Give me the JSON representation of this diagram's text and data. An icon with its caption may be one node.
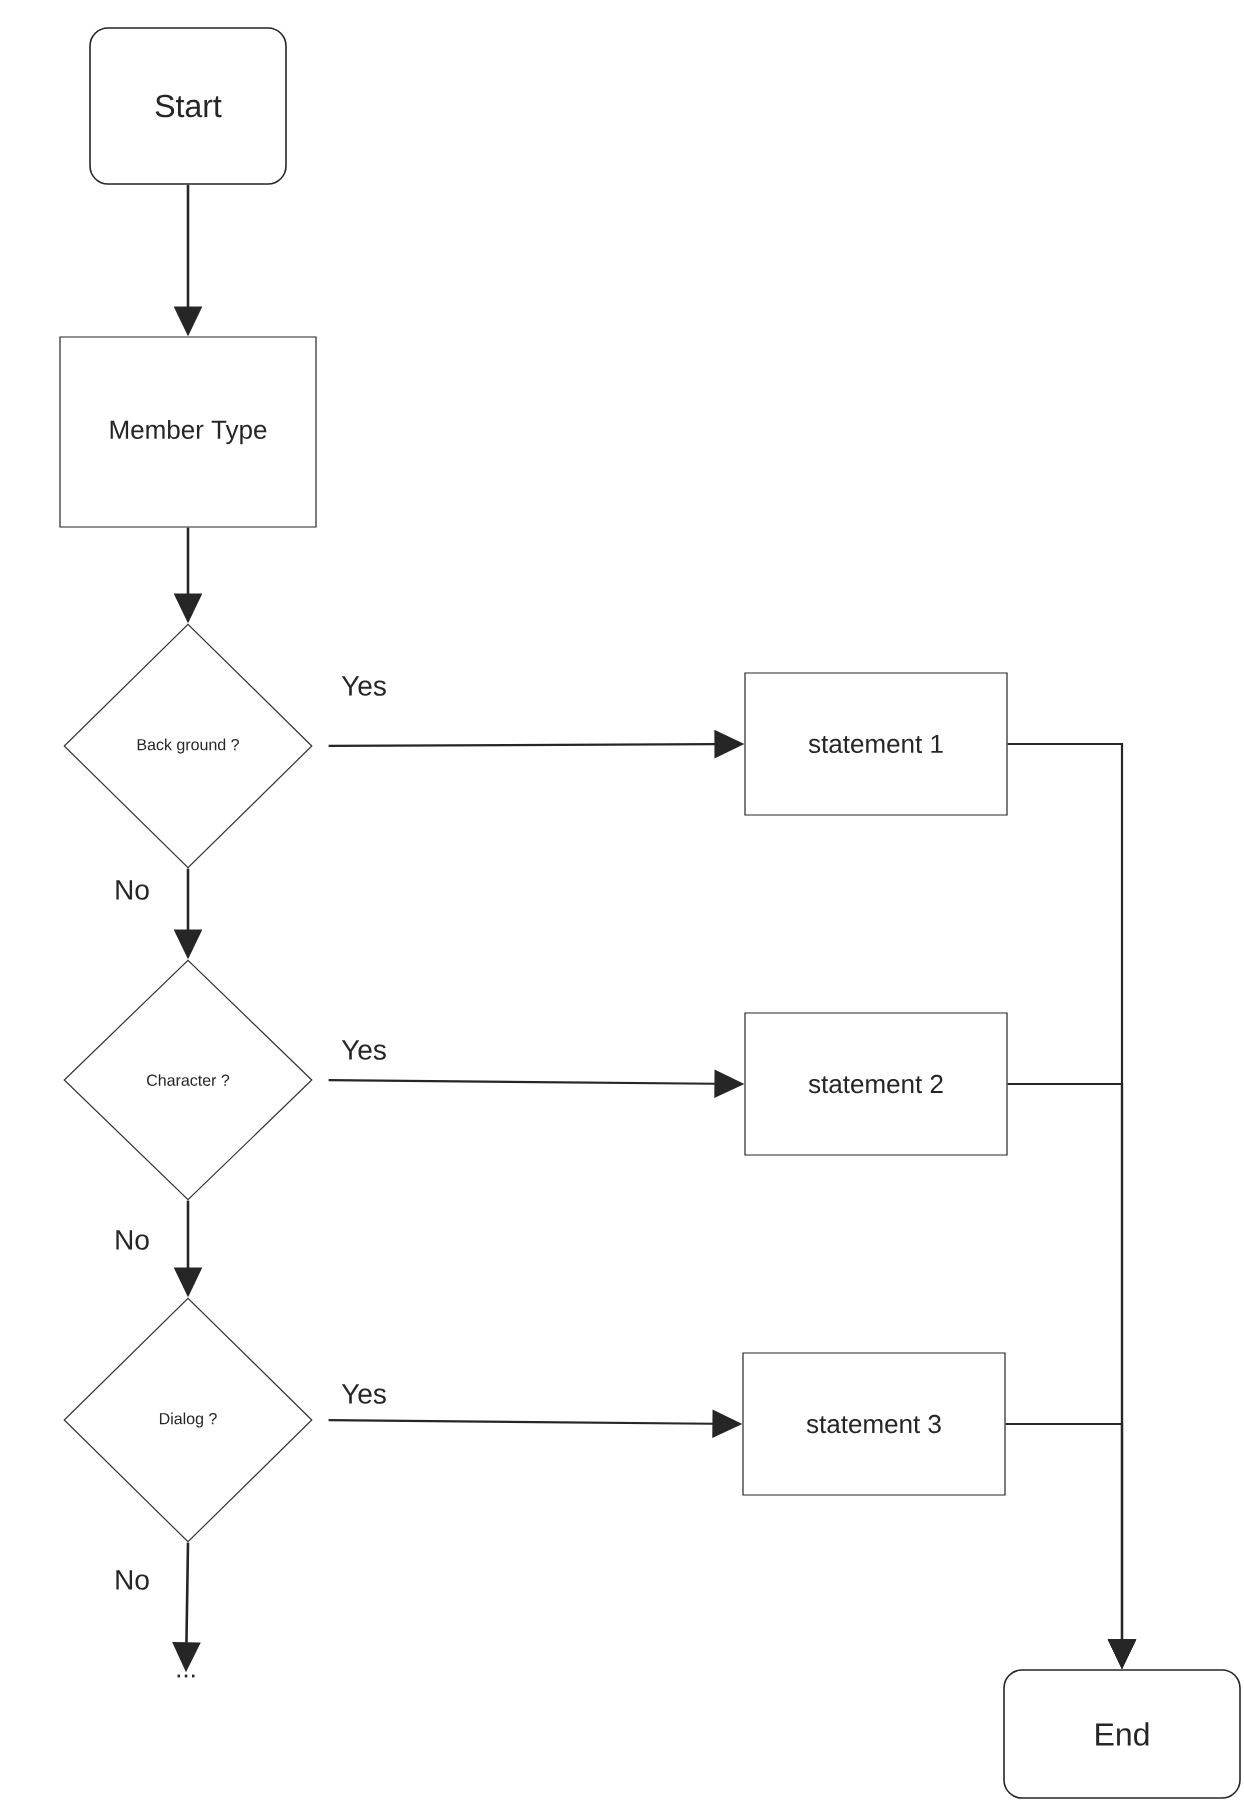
{
  "diagram": {
    "nodes": [
      {
        "text": [
          "Start"
        ]
      },
      {
        "text": [
          "Member Type"
        ]
      },
      {
        "text": [
          "Back ground ?"
        ]
      },
      {
        "text": [
          "statement 1"
        ]
      },
      {
        "text": [
          "Character ?"
        ]
      },
      {
        "text": [
          "statement 2"
        ]
      },
      {
        "text": [
          "Dialog ?"
        ]
      },
      {
        "text": [
          "statement 3"
        ]
      },
      {
        "text": [
          "..."
        ]
      },
      {
        "text": [
          "End"
        ]
      }
    ],
    "edges": [
      {
        "from": 0,
        "to": 1,
        "arrow": "to"
      },
      {
        "from": 1,
        "to": 2,
        "arrow": "to"
      },
      {
        "from": 2,
        "to": 3,
        "arrow": "to",
        "label": "Yes"
      },
      {
        "from": 2,
        "to": 4,
        "arrow": "to",
        "label": "No"
      },
      {
        "from": 4,
        "to": 5,
        "arrow": "to",
        "label": "Yes"
      },
      {
        "from": 4,
        "to": 6,
        "arrow": "to",
        "label": "No"
      },
      {
        "from": 6,
        "to": 7,
        "arrow": "to",
        "label": "Yes"
      },
      {
        "from": 6,
        "to": 8,
        "arrow": "to",
        "label": "No"
      },
      {
        "from": 3,
        "to": 9,
        "arrow": "to"
      },
      {
        "from": 5,
        "to": 9,
        "arrow": "to"
      },
      {
        "from": 7,
        "to": 9,
        "arrow": "to"
      }
    ]
  }
}
